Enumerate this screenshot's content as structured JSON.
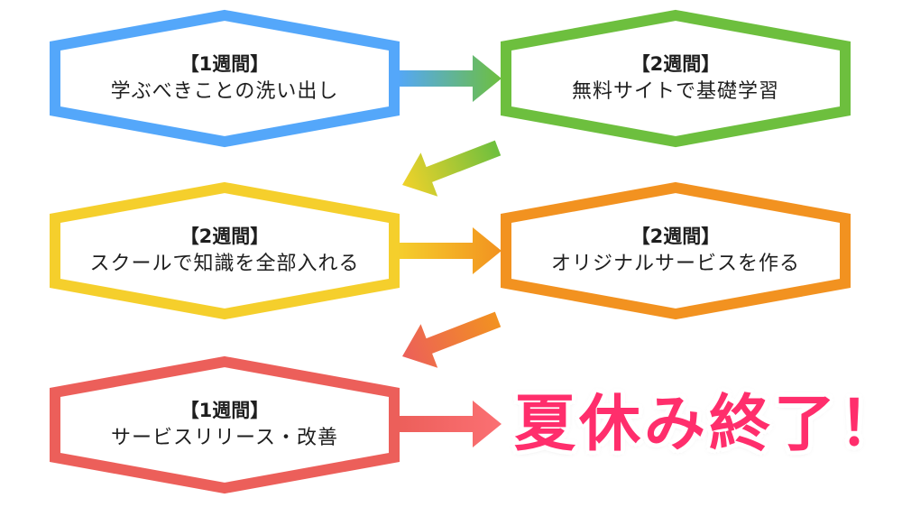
{
  "diagram": {
    "steps": [
      {
        "duration": "【1週間】",
        "text": "学ぶべきことの洗い出し",
        "color": "#54a7fa"
      },
      {
        "duration": "【2週間】",
        "text": "無料サイトで基礎学習",
        "color": "#6dbf3e"
      },
      {
        "duration": "【2週間】",
        "text": "スクールで知識を全部入れる",
        "color": "#f5cf2c"
      },
      {
        "duration": "【2週間】",
        "text": "オリジナルサービスを作る",
        "color": "#f29220"
      },
      {
        "duration": "【1週間】",
        "text": "サービスリリース・改善",
        "color": "#ec5f5a"
      }
    ],
    "arrows": [
      {
        "from": "#54a7fa",
        "to": "#6dbf3e",
        "direction": "right"
      },
      {
        "from": "#6dbf3e",
        "to": "#f1d22a",
        "direction": "down-left"
      },
      {
        "from": "#f5cf2c",
        "to": "#f29220",
        "direction": "right"
      },
      {
        "from": "#f29220",
        "to": "#ec5f5a",
        "direction": "down-left"
      },
      {
        "from": "#ec5f5a",
        "to": "#fb7073",
        "direction": "right"
      }
    ],
    "finale": {
      "text": "夏休み終了！",
      "color": "#ff2e6c"
    }
  }
}
